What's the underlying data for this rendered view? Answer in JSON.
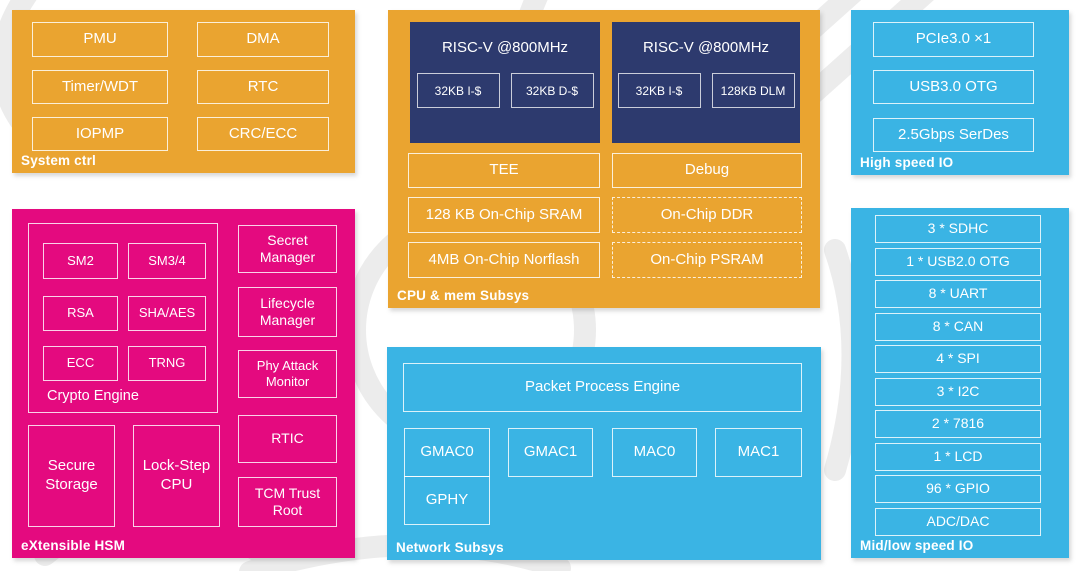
{
  "colors": {
    "orange": "#EAA430",
    "magenta": "#E40A7F",
    "cyan": "#3AB4E4",
    "navy": "#2D3A6E",
    "watermark": "#ececec"
  },
  "panels": {
    "system_ctrl": {
      "label": "System ctrl",
      "boxes": [
        "PMU",
        "DMA",
        "Timer/WDT",
        "RTC",
        "IOPMP",
        "CRC/ECC"
      ]
    },
    "hsm": {
      "label": "eXtensible HSM",
      "crypto_engine": {
        "label": "Crypto Engine",
        "boxes": [
          "SM2",
          "SM3/4",
          "RSA",
          "SHA/AES",
          "ECC",
          "TRNG"
        ]
      },
      "side_boxes": [
        "Secret Manager",
        "Lifecycle Manager",
        "Phy Attack Monitor",
        "RTIC",
        "TCM Trust Root"
      ],
      "bottom_boxes": [
        "Secure Storage",
        "Lock-Step CPU"
      ]
    },
    "cpu_mem": {
      "label": "CPU & mem Subsys",
      "cores": [
        {
          "title": "RISC-V @800MHz",
          "caches": [
            "32KB I-$",
            "32KB D-$"
          ]
        },
        {
          "title": "RISC-V @800MHz",
          "caches": [
            "32KB I-$",
            "128KB DLM"
          ]
        }
      ],
      "rows": [
        {
          "left": "TEE",
          "right": "Debug"
        },
        {
          "left": "128 KB On-Chip SRAM",
          "right": "On-Chip DDR"
        },
        {
          "left": "4MB On-Chip Norflash",
          "right": "On-Chip PSRAM"
        }
      ]
    },
    "network": {
      "label": "Network Subsys",
      "engine": "Packet Process Engine",
      "macs": [
        "GMAC0",
        "GMAC1",
        "MAC0",
        "MAC1"
      ],
      "phy": "GPHY"
    },
    "high_speed": {
      "label": "High speed IO",
      "boxes": [
        "PCIe3.0 ×1",
        "USB3.0 OTG",
        "2.5Gbps SerDes"
      ]
    },
    "mid_low": {
      "label": "Mid/low speed IO",
      "boxes": [
        "3 * SDHC",
        "1 * USB2.0 OTG",
        "8 * UART",
        "8 * CAN",
        "4 * SPI",
        "3 * I2C",
        "2 * 7816",
        "1 * LCD",
        "96 * GPIO",
        "ADC/DAC"
      ]
    }
  }
}
